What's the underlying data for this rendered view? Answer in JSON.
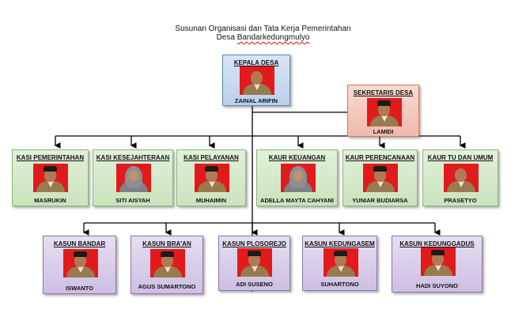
{
  "header": {
    "title_line1": "Susunan Organisasi dan Tata Kerja Pemerintahan",
    "title_line2_prefix": "Desa",
    "title_line2_name": "Bandarkedungmulyo"
  },
  "kepala": {
    "role": "KEPALA DESA",
    "name": "ZAINAL ARIFIN"
  },
  "sekretaris": {
    "role": "SEKRETARIS DESA",
    "name": "LAMIDI"
  },
  "kasi": [
    {
      "role": "KASI PEMERINTAHAN",
      "name": "MASRUKIN"
    },
    {
      "role": "KASI KESEJAHTERAAN",
      "name": "SITI AISYAH"
    },
    {
      "role": "KASI PELAYANAN",
      "name": "MUHAIMIN"
    }
  ],
  "kaur": [
    {
      "role": "KAUR KEUANGAN",
      "name": "ADELLA MAYTA CAHYANI"
    },
    {
      "role": "KAUR PERENCANAAN",
      "name": "YUNIAR BUDIARSA"
    },
    {
      "role": "KAUR TU DAN UMUM",
      "name": "PRASETYO"
    }
  ],
  "kasun": [
    {
      "role": "KASUN BANDAR",
      "name": "ISWANTO"
    },
    {
      "role": "KASUN BRA'AN",
      "name": "AGUS SUMARTONO"
    },
    {
      "role": "KASUN PLOSOREJO",
      "name": "ADI SUSENO"
    },
    {
      "role": "KASUN KEDUNGASEM",
      "name": "SUHARTONO"
    },
    {
      "role": "KASUN KEDUNGGADUS",
      "name": "HADI SUYONO"
    }
  ],
  "colors": {
    "photo_background": "#e11b1b",
    "kepala_fill": "#c6d9f0",
    "sekretaris_fill": "#f4c7bb",
    "kasi_kaur_fill": "#d3e8c8",
    "kasun_fill": "#d9cfe9"
  }
}
